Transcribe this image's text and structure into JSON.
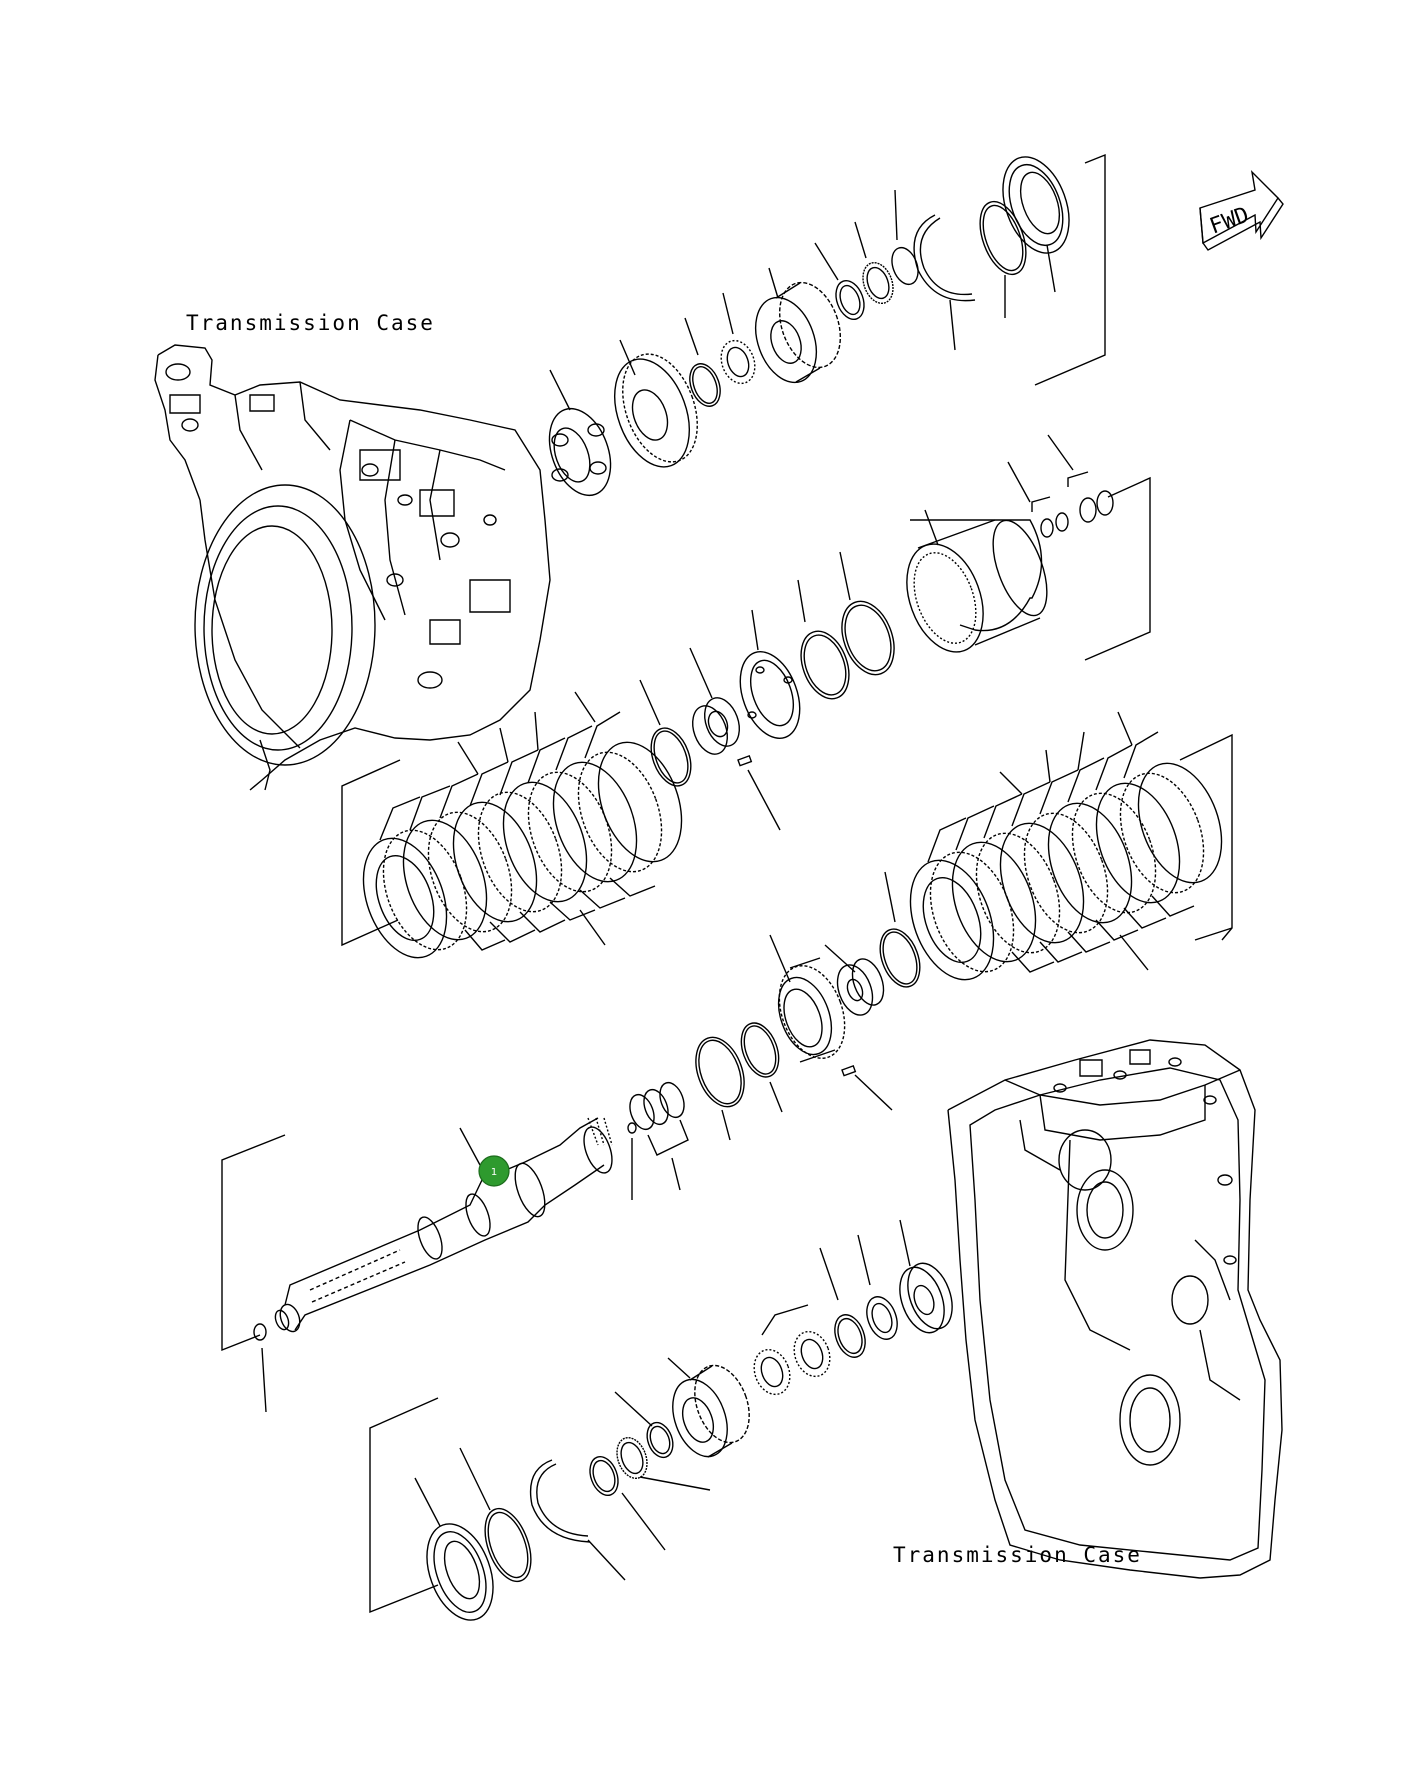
{
  "labels": {
    "case_upper": "Transmission Case",
    "case_lower": "Transmission Case",
    "fwd": "FWD"
  },
  "marker": {
    "number": "1",
    "color": "#2e9a2e"
  },
  "colors": {
    "line": "#000000",
    "background": "#ffffff"
  },
  "icons": [
    "fwd-arrow-icon"
  ]
}
